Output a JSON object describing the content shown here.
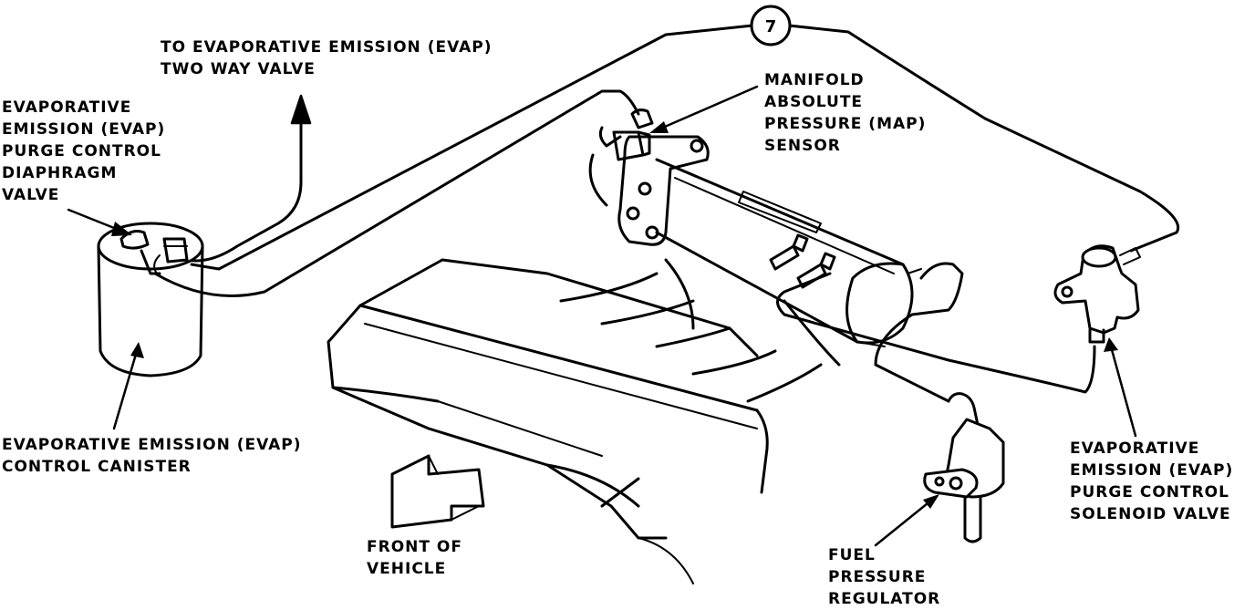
{
  "labels": {
    "two_way_valve": [
      "TO EVAPORATIVE EMISSION (EVAP)",
      "TWO WAY VALVE"
    ],
    "purge_diaphragm": [
      "EVAPORATIVE",
      "EMISSION (EVAP)",
      "PURGE CONTROL",
      "DIAPHRAGM",
      "VALVE"
    ],
    "map_sensor": [
      "MANIFOLD",
      "ABSOLUTE",
      "PRESSURE (MAP)",
      "SENSOR"
    ],
    "canister": [
      "EVAPORATIVE EMISSION (EVAP)",
      "CONTROL CANISTER"
    ],
    "front": [
      "FRONT OF",
      "VEHICLE"
    ],
    "fuel_regulator": [
      "FUEL",
      "PRESSURE",
      "REGULATOR"
    ],
    "solenoid": [
      "EVAPORATIVE",
      "EMISSION (EVAP)",
      "PURGE CONTROL",
      "SOLENOID VALVE"
    ]
  },
  "badge": "7"
}
